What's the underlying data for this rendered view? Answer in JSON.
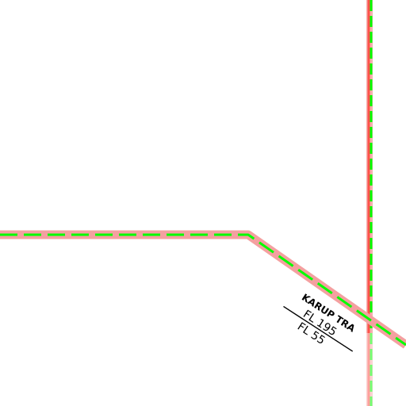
{
  "map": {
    "colors": {
      "background": "#ffffff",
      "boundary_halo": "#f4a0a0",
      "boundary_line": "#ff3b30",
      "boundary_dash": "#00ff00",
      "vertical_halo": "#e8b8b8",
      "text": "#000000"
    },
    "airspace_label": {
      "name": "KARUP TRA",
      "upper_limit": "FL 195",
      "lower_limit": "FL 55"
    }
  }
}
